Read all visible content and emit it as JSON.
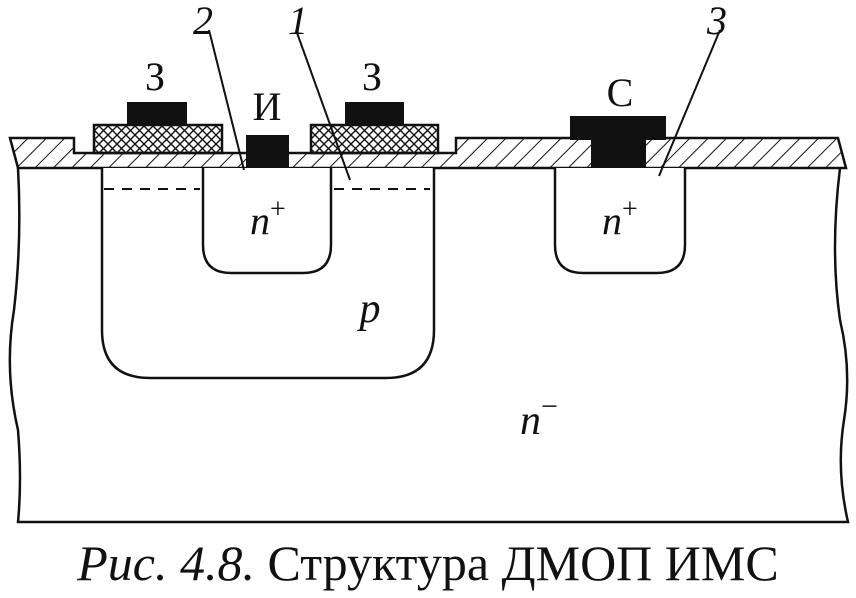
{
  "diagram": {
    "electrodes": {
      "gate": "З",
      "source": "И",
      "drain": "С"
    },
    "callouts": {
      "one": "1",
      "two": "2",
      "three": "3"
    },
    "regions": {
      "n_plus": "n",
      "n_plus_sup": "+",
      "p": "p",
      "n_minus": "n",
      "n_minus_sup": "−"
    }
  },
  "caption": {
    "label": "Рис. 4.8.",
    "text": "Структура ДМОП ИМС"
  },
  "colors": {
    "ink": "#111111",
    "background": "#ffffff"
  }
}
